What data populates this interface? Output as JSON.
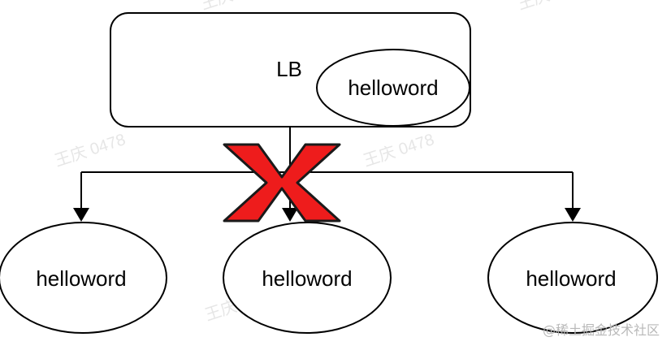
{
  "diagram": {
    "load_balancer": {
      "label": "LB",
      "inner_node_label": "helloword"
    },
    "nodes": [
      {
        "label": "helloword"
      },
      {
        "label": "helloword"
      },
      {
        "label": "helloword"
      }
    ],
    "blocked_marker": "x-mark-icon",
    "colors": {
      "stroke": "#000000",
      "x_mark_fill": "#ee1c1c",
      "x_mark_stroke": "#1a1a1a"
    }
  },
  "watermarks": {
    "text": "王庆 0478",
    "footer": "@稀土掘金技术社区"
  }
}
